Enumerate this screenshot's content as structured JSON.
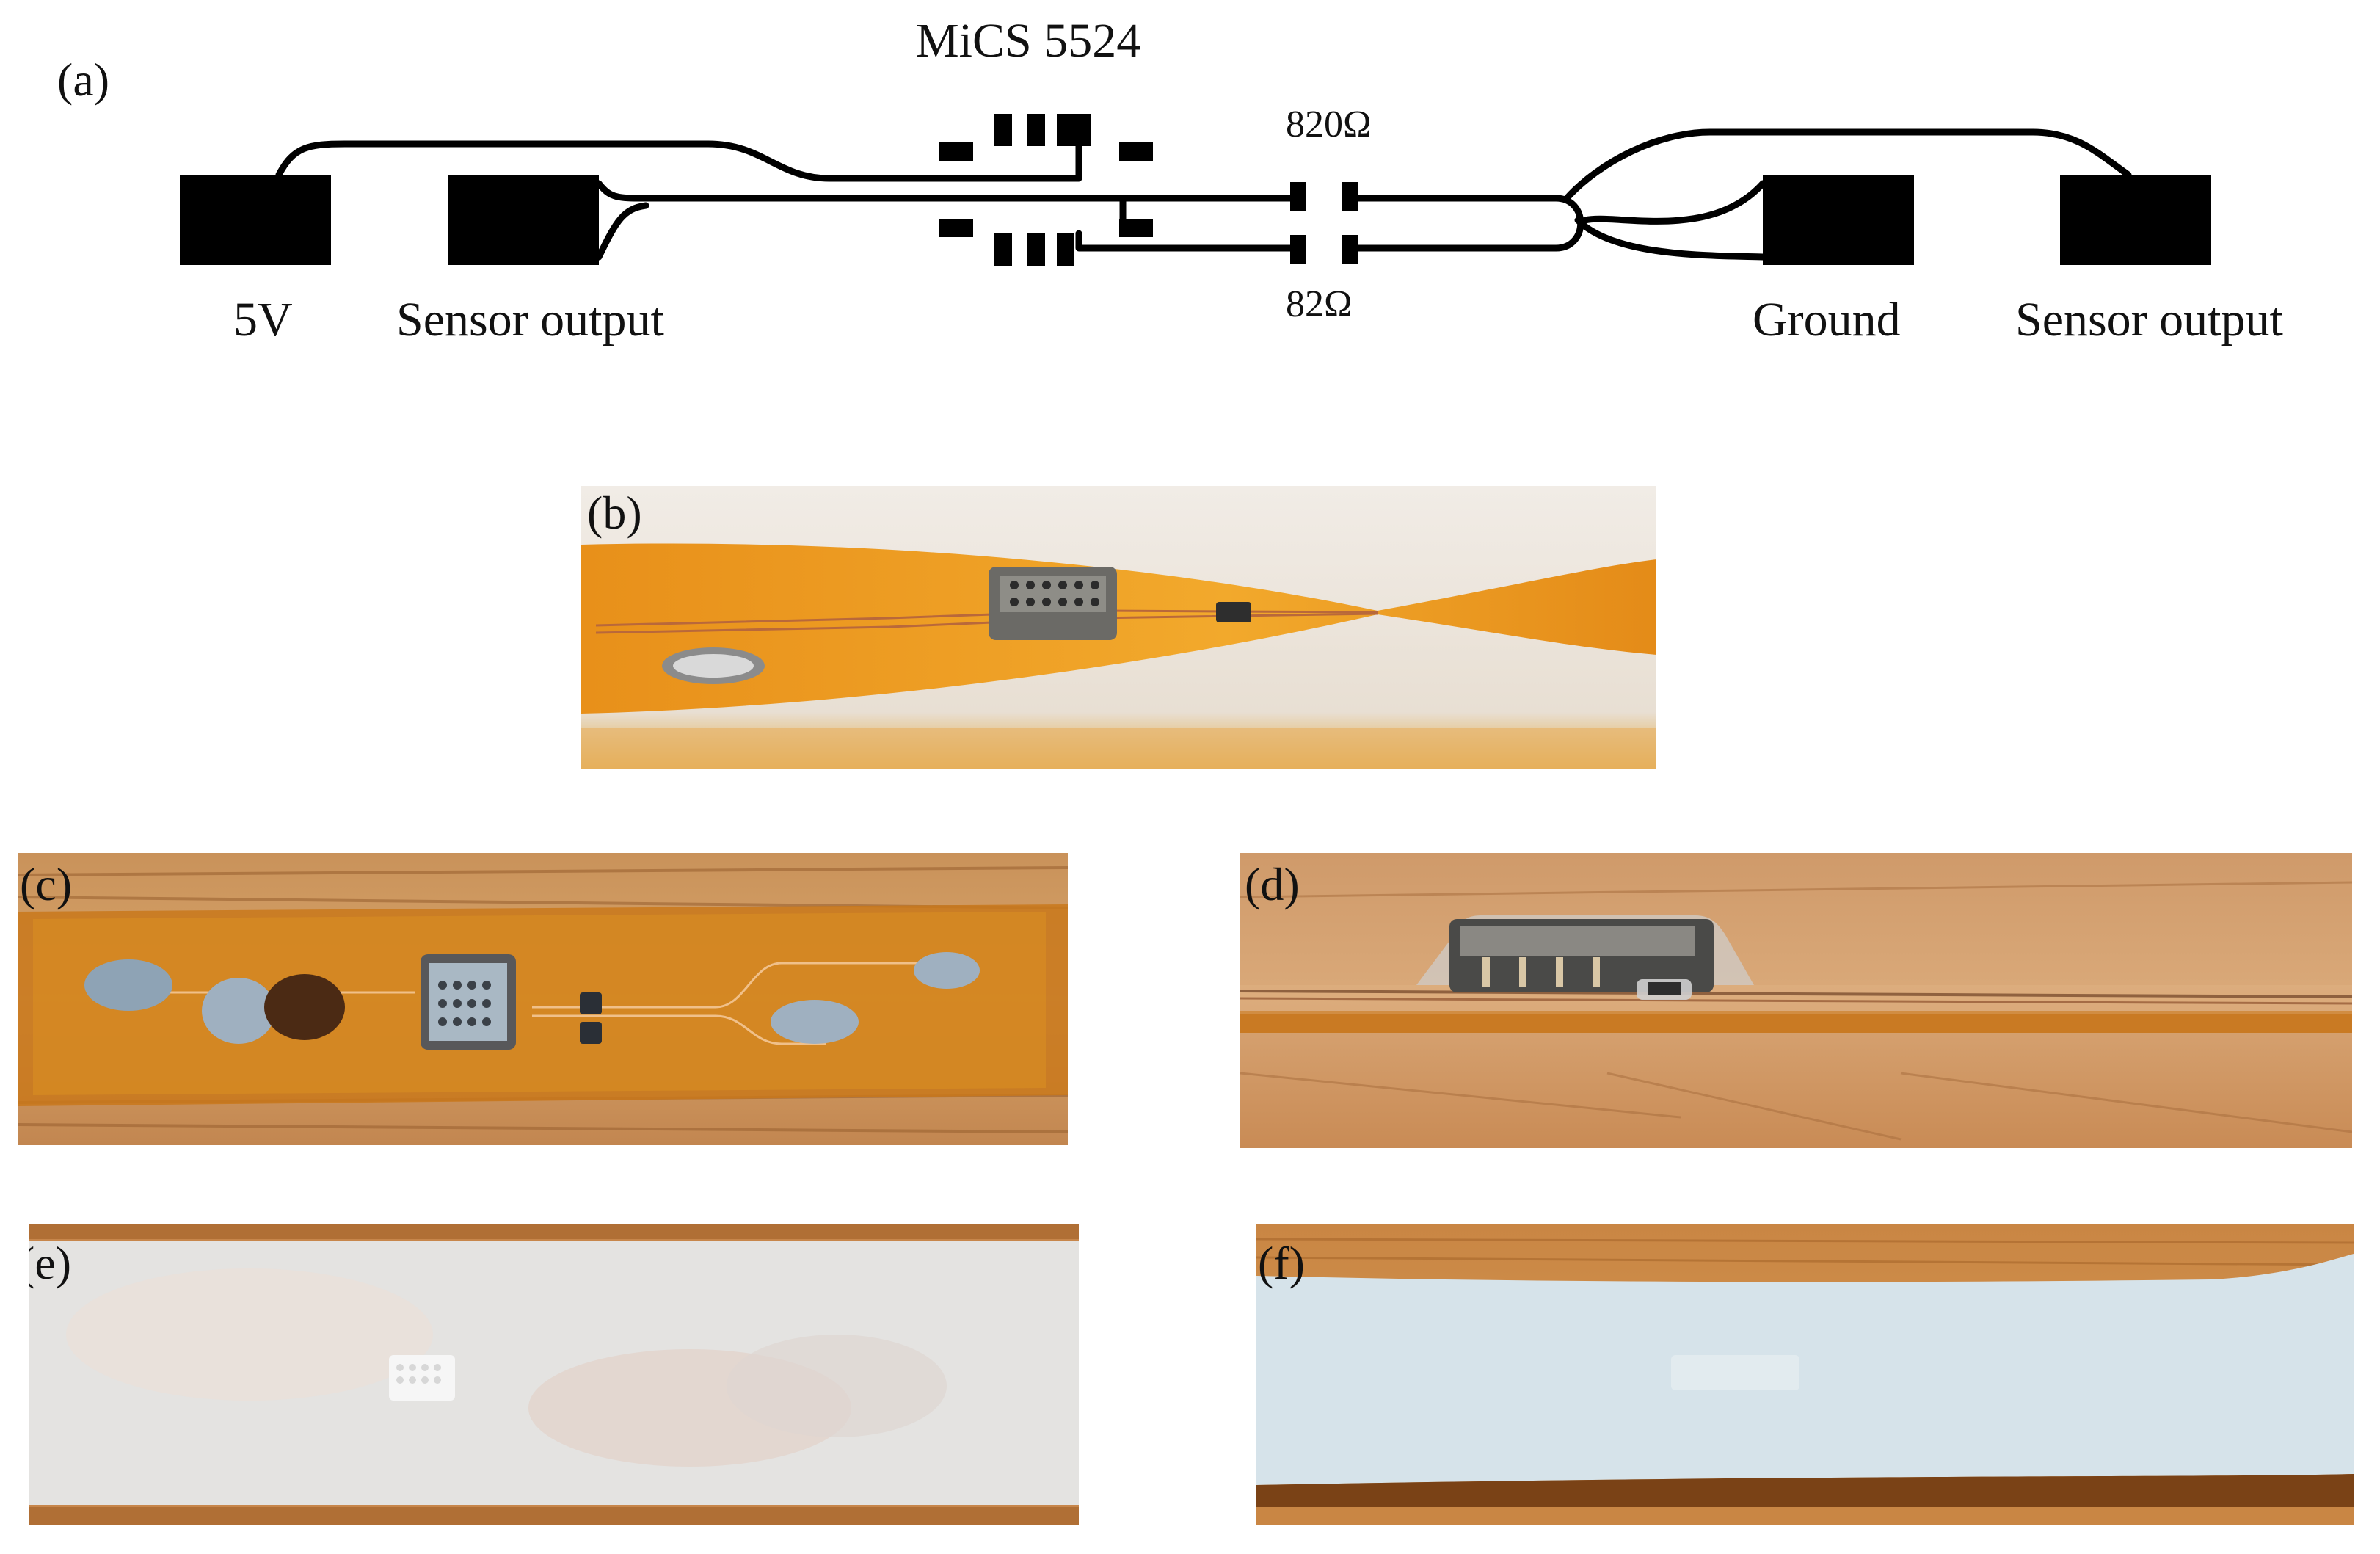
{
  "figure": {
    "panel_a": {
      "label": "(a)",
      "sensor_name": "MiCS 5524",
      "resistor_top": "820Ω",
      "resistor_bottom": "82Ω",
      "pad_labels": [
        "5V",
        "Sensor output",
        "Ground",
        "Sensor output"
      ]
    },
    "panel_b": {
      "label": "(b)"
    },
    "panel_c": {
      "label": "(c)"
    },
    "panel_d": {
      "label": "(d)"
    },
    "panel_e": {
      "label": "(e)"
    },
    "panel_f": {
      "label": "(f)"
    }
  },
  "colors": {
    "trace": "#000000",
    "kapton": "#e99a1a",
    "wood": "#c98a4e",
    "dressing": "#dfe4e6"
  }
}
